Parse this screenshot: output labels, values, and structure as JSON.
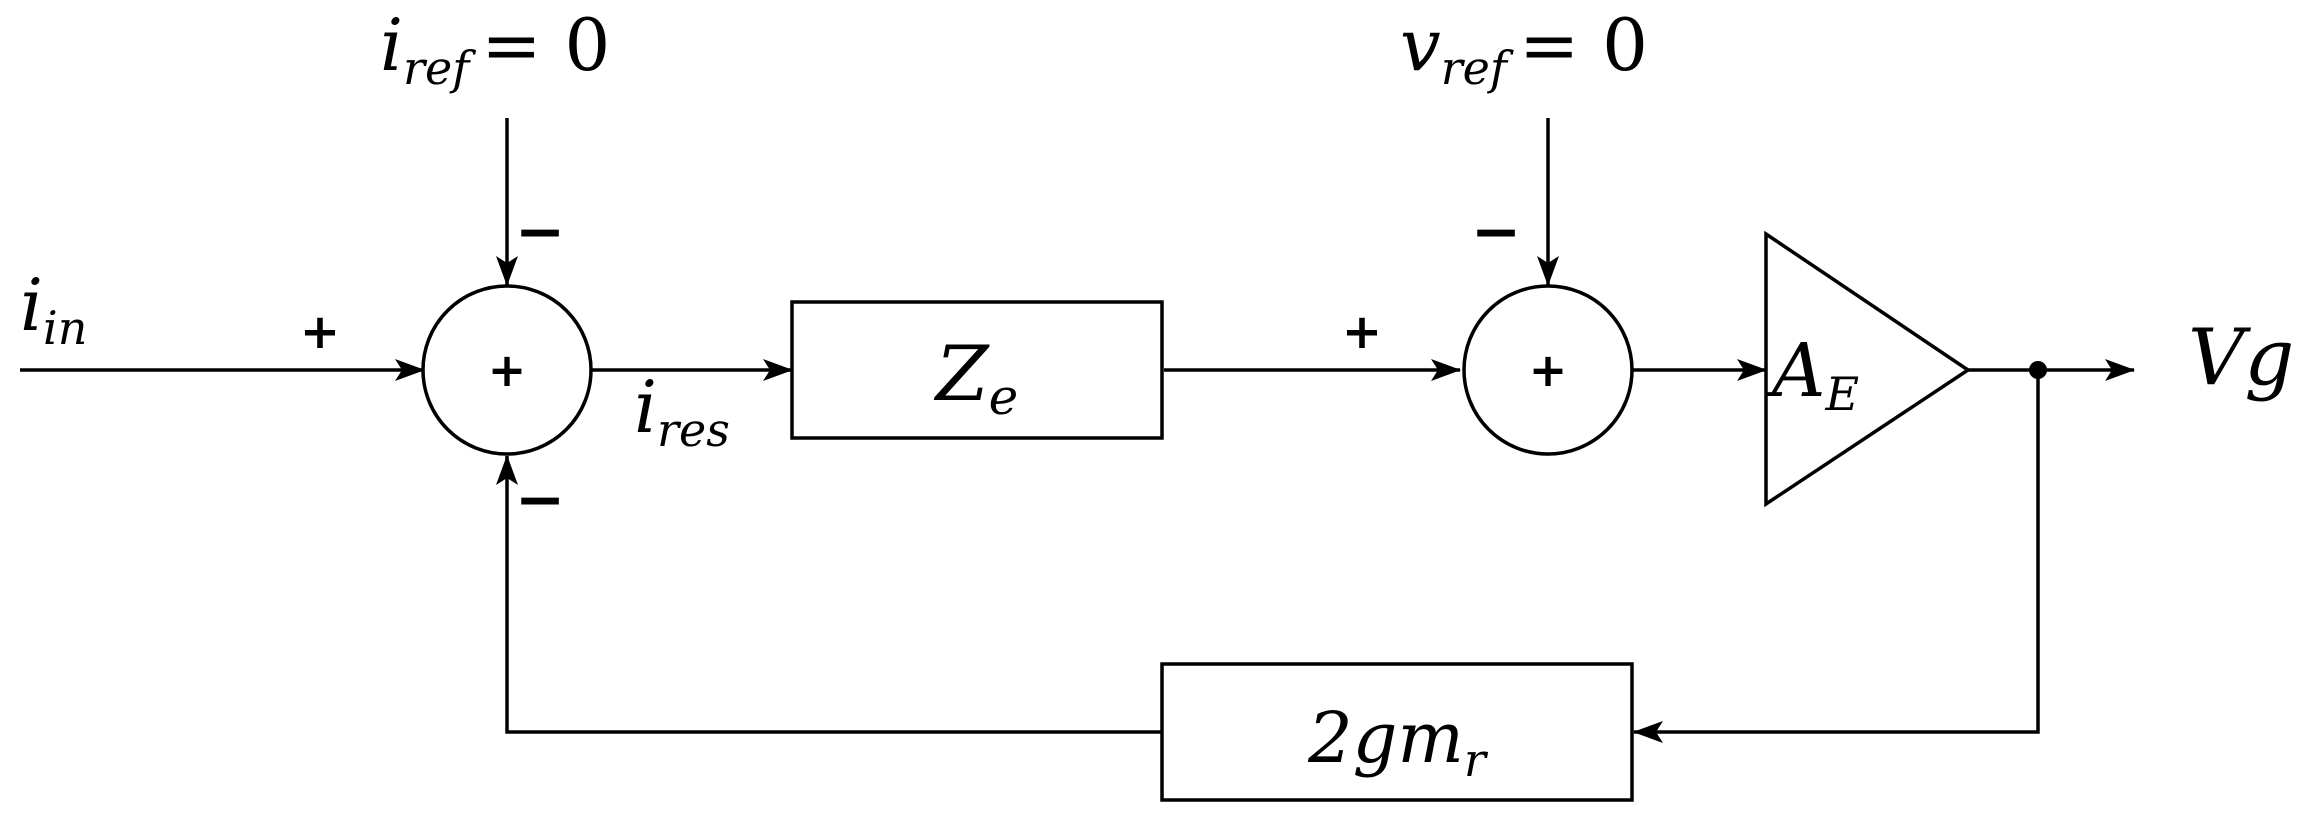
{
  "diagram": {
    "inputs": {
      "iin": {
        "base": "i",
        "sub": "in"
      },
      "iref": {
        "base": "i",
        "sub": "ref",
        "rhs": "= 0"
      },
      "vref": {
        "base": "v",
        "sub": "ref",
        "rhs": "= 0"
      }
    },
    "signals": {
      "ires": {
        "base": "i",
        "sub": "res"
      }
    },
    "blocks": {
      "ze": {
        "base": "Z",
        "sub": "e"
      },
      "ae": {
        "base": "A",
        "sub": "E"
      },
      "feedback": {
        "base": "2gm",
        "sub": "r"
      }
    },
    "output": {
      "label": "Vg"
    },
    "junctions": {
      "sum1": {
        "symbol": "+"
      },
      "sum2": {
        "symbol": "+"
      }
    },
    "signs": {
      "sum1_left": "+",
      "sum1_top": "−",
      "sum1_bottom": "−",
      "sum2_left": "+",
      "sum2_top": "−"
    }
  }
}
